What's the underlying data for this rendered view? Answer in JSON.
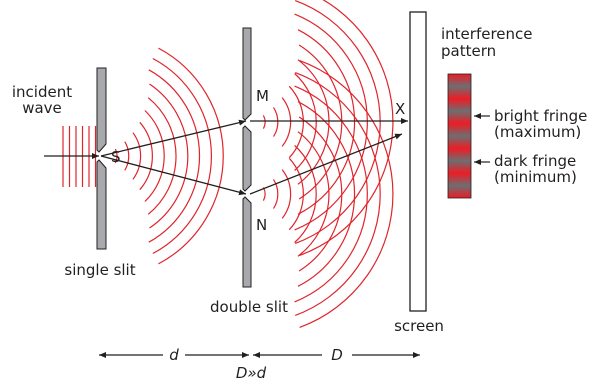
{
  "labels": {
    "incident_line1": "incident",
    "incident_line2": "wave",
    "source_S": "S",
    "slit_M": "M",
    "slit_N": "N",
    "point_X": "X",
    "single_slit": "single slit",
    "double_slit": "double slit",
    "screen": "screen",
    "pattern_line1": "interference",
    "pattern_line2": "pattern",
    "bright_line1": "bright fringe",
    "bright_line2": "(maximum)",
    "dark_line1": "dark fringe",
    "dark_line2": "(minimum)",
    "dim_d": "d",
    "dim_D": "D",
    "condition": "D»d"
  },
  "colors": {
    "wave": "#e0242b",
    "barrier": "#a7a9ac",
    "ink": "#231f20",
    "fringe_bright": "#ed1c24",
    "fringe_dark": "#6d6e71"
  },
  "fringes": [
    "bright",
    "dark",
    "bright",
    "dark",
    "bright",
    "dark",
    "bright",
    "dark",
    "bright",
    "dark",
    "bright"
  ]
}
